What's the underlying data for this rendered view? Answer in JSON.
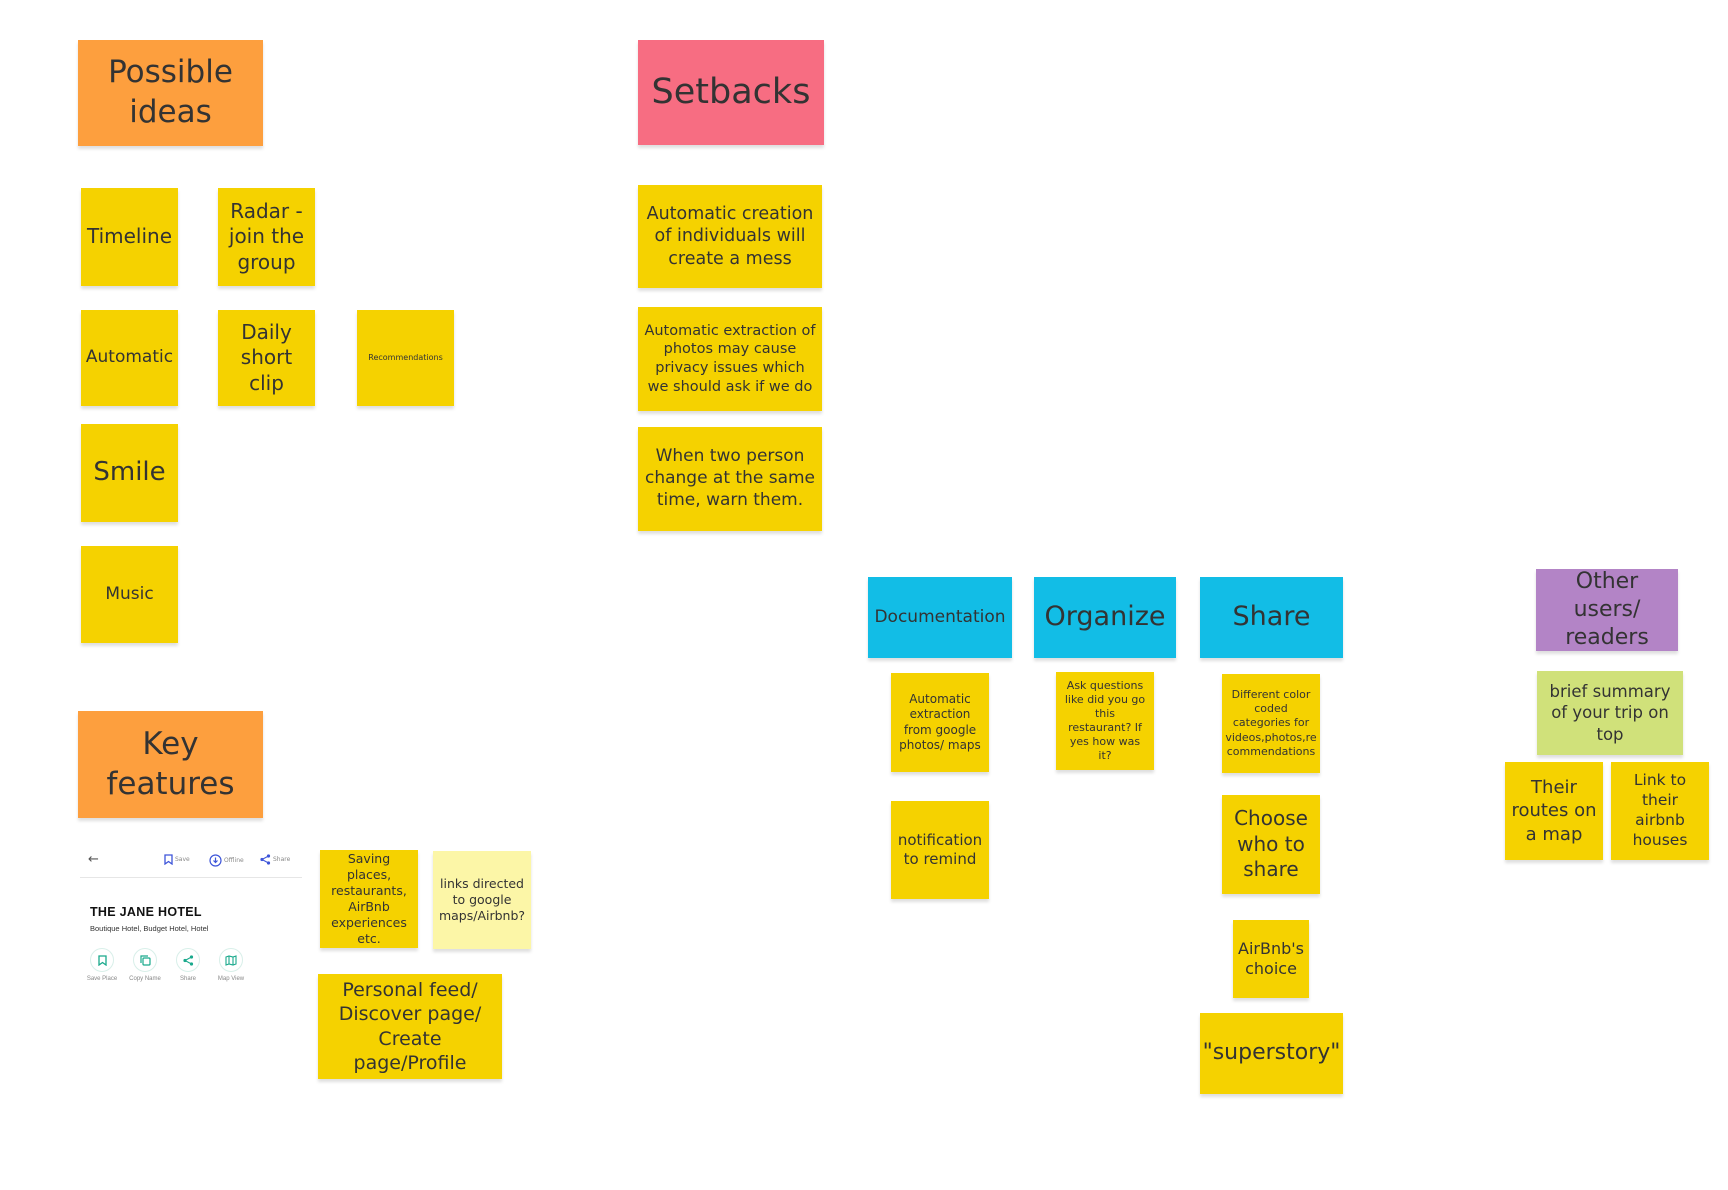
{
  "colors": {
    "orange": "#fd9f3e",
    "pink": "#f76d82",
    "yellow": "#f5d200",
    "light_yellow": "#fcf6a7",
    "cyan": "#12bde6",
    "purple": "#b384c6",
    "lime": "#d0e17a",
    "hotel_accent_blue": "#3d55d9",
    "hotel_accent_teal": "#19a98c"
  },
  "board": {
    "stickies": [
      {
        "id": "possible-ideas-header",
        "text": "Possible ideas",
        "color": "orange"
      },
      {
        "id": "timeline",
        "text": "Timeline",
        "color": "yellow"
      },
      {
        "id": "radar-join-group",
        "text": "Radar - join the group",
        "color": "yellow"
      },
      {
        "id": "automatic",
        "text": "Automatic",
        "color": "yellow"
      },
      {
        "id": "daily-short-clip",
        "text": "Daily short clip",
        "color": "yellow"
      },
      {
        "id": "recommendations",
        "text": "Recommendations",
        "color": "yellow"
      },
      {
        "id": "smile",
        "text": "Smile",
        "color": "yellow"
      },
      {
        "id": "music",
        "text": "Music",
        "color": "yellow"
      },
      {
        "id": "setbacks-header",
        "text": "Setbacks",
        "color": "pink"
      },
      {
        "id": "setback-automatic-creation",
        "text": "Automatic creation of individuals will create a mess",
        "color": "yellow"
      },
      {
        "id": "setback-automatic-extraction",
        "text": "Automatic extraction of photos may cause privacy issues which we should ask if we do",
        "color": "yellow"
      },
      {
        "id": "setback-two-person-change",
        "text": "When two person change at the same time, warn them.",
        "color": "yellow"
      },
      {
        "id": "key-features-header",
        "text": "Key features",
        "color": "orange"
      },
      {
        "id": "saving-places",
        "text": "Saving places, restaurants, AirBnb experiences etc.",
        "color": "yellow"
      },
      {
        "id": "links-directed",
        "text": "links directed to google maps/Airbnb?",
        "color": "light_yellow"
      },
      {
        "id": "personal-feed",
        "text": "Personal feed/ Discover page/ Create page/Profile",
        "color": "yellow"
      },
      {
        "id": "documentation-header",
        "text": "Documentation",
        "color": "cyan"
      },
      {
        "id": "organize-header",
        "text": "Organize",
        "color": "cyan"
      },
      {
        "id": "share-header",
        "text": "Share",
        "color": "cyan"
      },
      {
        "id": "automatic-extraction-google",
        "text": "Automatic extraction from google photos/ maps",
        "color": "yellow"
      },
      {
        "id": "notification-to-remind",
        "text": "notification to remind",
        "color": "yellow"
      },
      {
        "id": "ask-questions",
        "text": "Ask questions like did you go this restaurant? If yes how was it?",
        "color": "yellow"
      },
      {
        "id": "color-coded-categories",
        "text": "Different color coded categories for videos,photos,re commendations",
        "color": "yellow"
      },
      {
        "id": "choose-who-to-share",
        "text": "Choose who to share",
        "color": "yellow"
      },
      {
        "id": "airbnbs-choice",
        "text": "AirBnb's choice",
        "color": "yellow"
      },
      {
        "id": "superstory",
        "text": "\"superstory\"",
        "color": "yellow"
      },
      {
        "id": "other-users-header",
        "text": "Other users/ readers",
        "color": "purple"
      },
      {
        "id": "brief-summary",
        "text": "brief summary of your trip on top",
        "color": "lime"
      },
      {
        "id": "their-routes",
        "text": "Their routes on a map",
        "color": "yellow"
      },
      {
        "id": "link-airbnb-houses",
        "text": "Link to their airbnb houses",
        "color": "yellow"
      }
    ]
  },
  "hotel_card": {
    "toolbar": {
      "back_icon": "arrow-left-icon",
      "save_label": "Save",
      "offline_label": "Offline",
      "share_label": "Share"
    },
    "title": "THE JANE HOTEL",
    "subtitle": "Boutique Hotel, Budget Hotel, Hotel",
    "buttons": [
      {
        "label": "Save Place",
        "icon": "bookmark-icon"
      },
      {
        "label": "Copy Name",
        "icon": "copy-icon"
      },
      {
        "label": "Share",
        "icon": "share-icon"
      },
      {
        "label": "Map View",
        "icon": "map-icon"
      }
    ]
  }
}
